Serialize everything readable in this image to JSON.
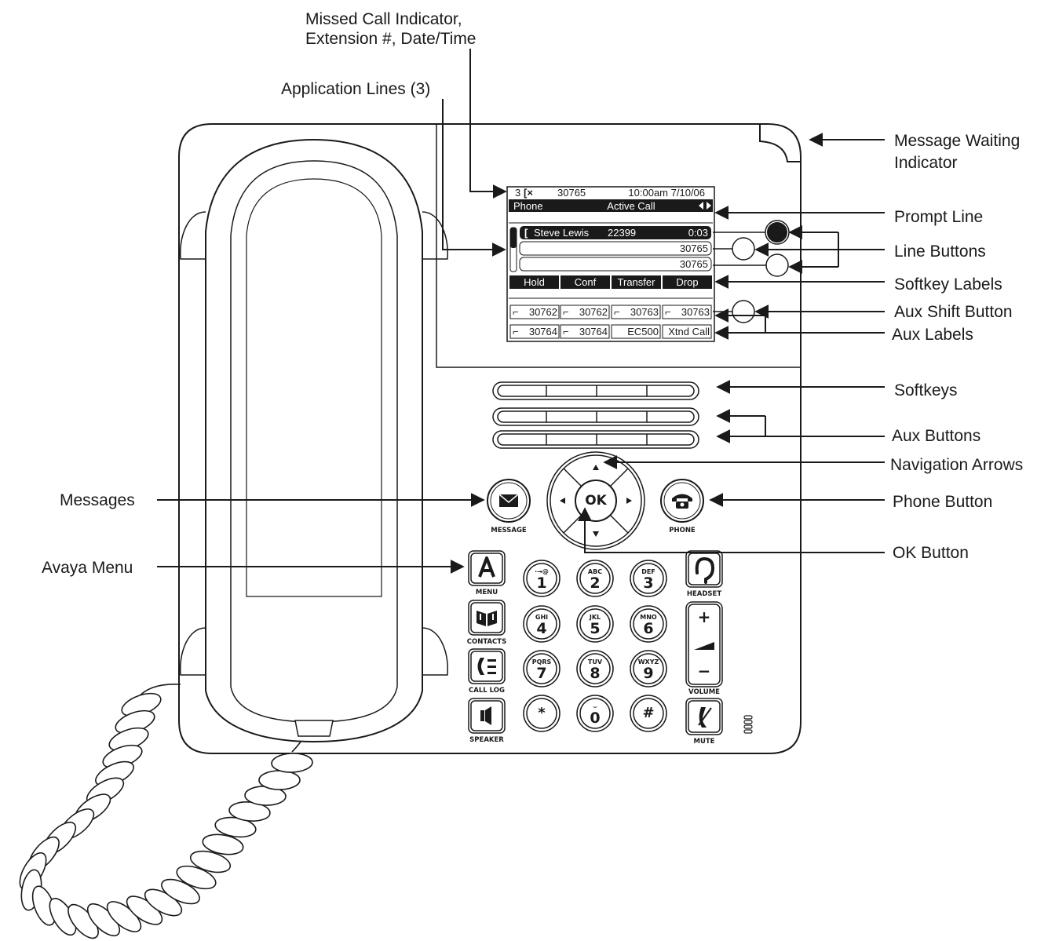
{
  "callouts": {
    "missed_call_1": "Missed Call Indicator,",
    "missed_call_2": "Extension #, Date/Time",
    "application_lines": "Application Lines (3)",
    "message_waiting_1": "Message Waiting",
    "message_waiting_2": "Indicator",
    "prompt_line": "Prompt Line",
    "line_buttons": "Line Buttons",
    "softkey_labels": "Softkey Labels",
    "aux_shift_button": "Aux Shift Button",
    "aux_labels": "Aux Labels",
    "softkeys": "Softkeys",
    "aux_buttons": "Aux Buttons",
    "navigation_arrows": "Navigation Arrows",
    "messages": "Messages",
    "phone_button": "Phone Button",
    "ok_button": "OK Button",
    "avaya_menu": "Avaya Menu"
  },
  "display": {
    "missed_count": "3",
    "extension": "30765",
    "datetime": "10:00am 7/10/06",
    "prompt_left": "Phone",
    "prompt_center": "Active Call",
    "lines": [
      {
        "name": "Steve Lewis",
        "number": "22399",
        "timer": "0:03"
      },
      {
        "name": "",
        "number": "30765",
        "timer": ""
      },
      {
        "name": "",
        "number": "30765",
        "timer": ""
      }
    ],
    "softkeys": [
      "Hold",
      "Conf",
      "Transfer",
      "Drop"
    ],
    "aux_row1": [
      "30762",
      "30762",
      "30763",
      "30763"
    ],
    "aux_row2": [
      "30764",
      "30764",
      "EC500",
      "Xtnd Call"
    ]
  },
  "buttons": {
    "message": "MESSAGE",
    "phone": "PHONE",
    "ok": "OK",
    "menu": "MENU",
    "contacts": "CONTACTS",
    "call_log": "CALL LOG",
    "speaker": "SPEAKER",
    "headset": "HEADSET",
    "volume": "VOLUME",
    "mute": "MUTE",
    "volume_plus": "+",
    "volume_minus": "−"
  },
  "keypad": [
    {
      "digit": "1",
      "letters": "·→@"
    },
    {
      "digit": "2",
      "letters": "ABC"
    },
    {
      "digit": "3",
      "letters": "DEF"
    },
    {
      "digit": "4",
      "letters": "GHI"
    },
    {
      "digit": "5",
      "letters": "JKL"
    },
    {
      "digit": "6",
      "letters": "MNO"
    },
    {
      "digit": "7",
      "letters": "PQRS"
    },
    {
      "digit": "8",
      "letters": "TUV"
    },
    {
      "digit": "9",
      "letters": "WXYZ"
    },
    {
      "digit": "*",
      "letters": ""
    },
    {
      "digit": "0",
      "letters": "⌣"
    },
    {
      "digit": "#",
      "letters": ""
    }
  ],
  "icons": {
    "menu": "avaya-a-icon",
    "contacts": "book-icon",
    "call_log": "call-log-icon",
    "speaker": "speaker-icon",
    "message": "envelope-icon",
    "phone": "phone-icon",
    "headset": "headset-icon",
    "mute": "mute-icon"
  },
  "colors": {
    "ink": "#1a1a1a",
    "body": "#ffffff"
  }
}
